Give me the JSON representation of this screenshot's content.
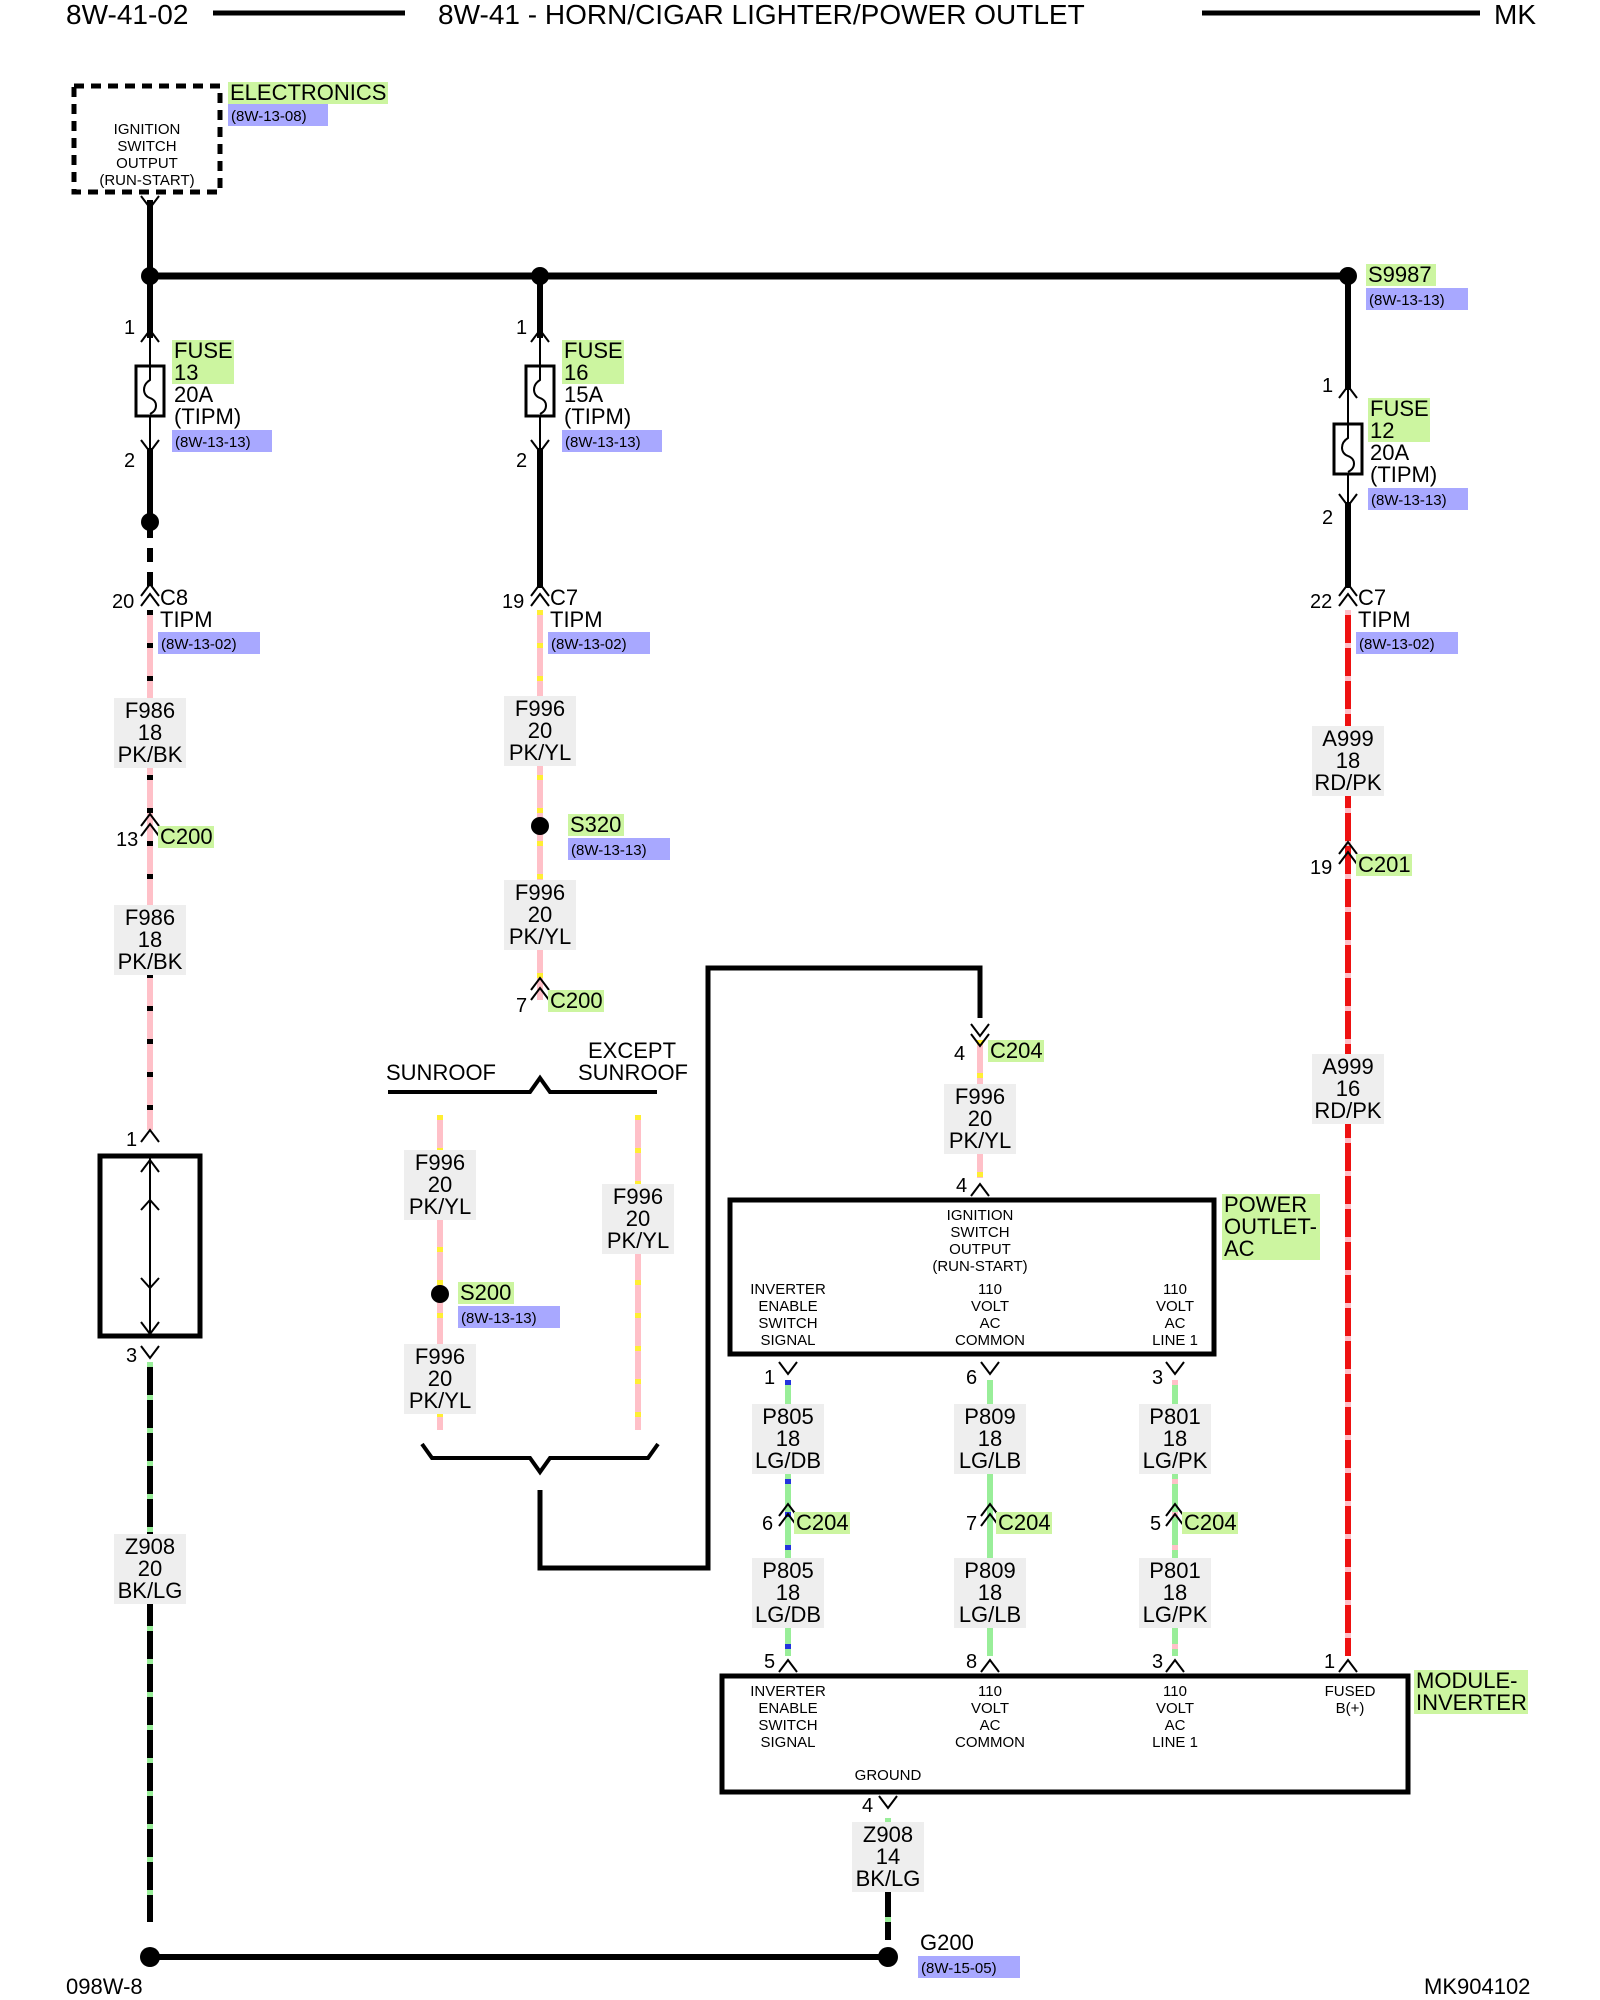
{
  "header": {
    "left": "8W-41-02",
    "center": "8W-41 - HORN/CIGAR LIGHTER/POWER OUTLET",
    "right": "MK"
  },
  "footer": {
    "left": "098W-8",
    "right": "MK904102"
  },
  "colors": {
    "green_tag": "#ccf5a0",
    "blue_tag": "#a8a8ff",
    "wire_pink": "#ffc0c8",
    "wire_red": "#ee1111",
    "wire_yellow": "#ffee33",
    "wire_lightgreen": "#99ee99",
    "wire_blue": "#2233dd",
    "wire_black": "#000000"
  },
  "ign": {
    "lines": [
      "IGNITION",
      "SWITCH",
      "OUTPUT",
      "(RUN-START)"
    ],
    "name": "ELECTRONICS",
    "ref": "(8W-13-08)"
  },
  "s9987": {
    "name": "S9987",
    "ref": "(8W-13-13)"
  },
  "fuse13": {
    "pin_top": "1",
    "pin_bot": "2",
    "label": "FUSE",
    "num": "13",
    "rating": "20A",
    "loc": "(TIPM)",
    "ref": "(8W-13-13)"
  },
  "fuse16": {
    "pin_top": "1",
    "pin_bot": "2",
    "label": "FUSE",
    "num": "16",
    "rating": "15A",
    "loc": "(TIPM)",
    "ref": "(8W-13-13)"
  },
  "fuse12": {
    "pin_top": "1",
    "pin_bot": "2",
    "label": "FUSE",
    "num": "12",
    "rating": "20A",
    "loc": "(TIPM)",
    "ref": "(8W-13-13)"
  },
  "c8": {
    "pin": "20",
    "name": "C8",
    "sub": "TIPM",
    "ref": "(8W-13-02)"
  },
  "c7a": {
    "pin": "19",
    "name": "C7",
    "sub": "TIPM",
    "ref": "(8W-13-02)"
  },
  "c7b": {
    "pin": "22",
    "name": "C7",
    "sub": "TIPM",
    "ref": "(8W-13-02)"
  },
  "w_f986_a": [
    "F986",
    "18",
    "PK/BK"
  ],
  "w_f986_b": [
    "F986",
    "18",
    "PK/BK"
  ],
  "w_f996_a": [
    "F996",
    "20",
    "PK/YL"
  ],
  "w_f996_b": [
    "F996",
    "20",
    "PK/YL"
  ],
  "w_f996_c": [
    "F996",
    "20",
    "PK/YL"
  ],
  "w_f996_d": [
    "F996",
    "20",
    "PK/YL"
  ],
  "w_f996_e": [
    "F996",
    "20",
    "PK/YL"
  ],
  "w_f996_f": [
    "F996",
    "20",
    "PK/YL"
  ],
  "w_a999_a": [
    "A999",
    "18",
    "RD/PK"
  ],
  "w_a999_b": [
    "A999",
    "16",
    "RD/PK"
  ],
  "w_z908_a": [
    "Z908",
    "20",
    "BK/LG"
  ],
  "w_z908_b": [
    "Z908",
    "14",
    "BK/LG"
  ],
  "w_p805_a": [
    "P805",
    "18",
    "LG/DB"
  ],
  "w_p805_b": [
    "P805",
    "18",
    "LG/DB"
  ],
  "w_p809_a": [
    "P809",
    "18",
    "LG/LB"
  ],
  "w_p809_b": [
    "P809",
    "18",
    "LG/LB"
  ],
  "w_p801_a": [
    "P801",
    "18",
    "LG/PK"
  ],
  "w_p801_b": [
    "P801",
    "18",
    "LG/PK"
  ],
  "c200a": {
    "pin": "13",
    "name": "C200"
  },
  "c200b": {
    "pin": "7",
    "name": "C200"
  },
  "c201": {
    "pin": "19",
    "name": "C201"
  },
  "c204_in": {
    "pin": "4",
    "name": "C204"
  },
  "c204_1": {
    "pin": "6",
    "name": "C204"
  },
  "c204_2": {
    "pin": "7",
    "name": "C204"
  },
  "c204_3": {
    "pin": "5",
    "name": "C204"
  },
  "s320": {
    "name": "S320",
    "ref": "(8W-13-13)"
  },
  "s200": {
    "name": "S200",
    "ref": "(8W-13-13)"
  },
  "branch": {
    "left": "SUNROOF",
    "right1": "EXCEPT",
    "right2": "SUNROOF"
  },
  "horn_pins": {
    "top": "1",
    "bot": "3"
  },
  "outlet": {
    "title": [
      "POWER",
      "OUTLET-",
      "AC"
    ],
    "in_pin": "4",
    "top_lines": [
      "IGNITION",
      "SWITCH",
      "OUTPUT",
      "(RUN-START)"
    ],
    "c1": [
      "INVERTER",
      "ENABLE",
      "SWITCH",
      "SIGNAL"
    ],
    "c2": [
      "110",
      "VOLT",
      "AC",
      "COMMON"
    ],
    "c3": [
      "110",
      "VOLT",
      "AC",
      "LINE 1"
    ],
    "pins": [
      "1",
      "6",
      "3"
    ]
  },
  "inverter": {
    "title": [
      "MODULE-",
      "INVERTER"
    ],
    "c1": [
      "INVERTER",
      "ENABLE",
      "SWITCH",
      "SIGNAL"
    ],
    "c2": [
      "110",
      "VOLT",
      "AC",
      "COMMON"
    ],
    "c3": [
      "110",
      "VOLT",
      "AC",
      "LINE 1"
    ],
    "c4": [
      "FUSED",
      "B(+)"
    ],
    "ground": "GROUND",
    "pins": [
      "5",
      "8",
      "3",
      "1"
    ],
    "gnd_pin": "4"
  },
  "g200": {
    "name": "G200",
    "ref": "(8W-15-05)"
  }
}
